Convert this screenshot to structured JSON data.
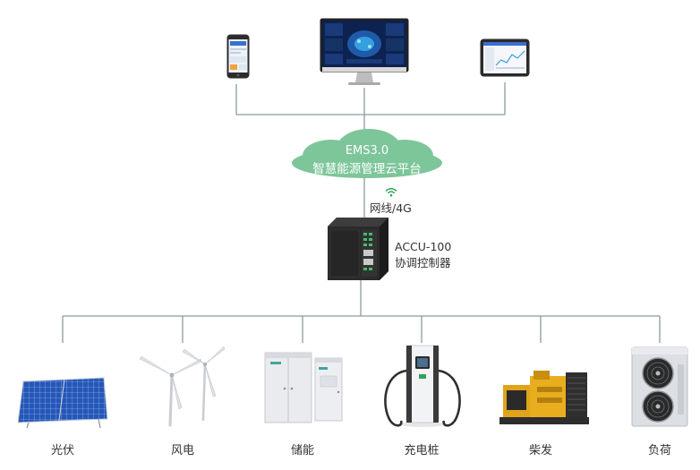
{
  "colors": {
    "line": "#8a9aa0",
    "cloud": "#7dc69a",
    "cloud_dark": "#5fb583",
    "wifi": "#2fa35e"
  },
  "platform": {
    "line1": "EMS3.0",
    "line2": "智慧能源管理云平台"
  },
  "link_label": "网线/4G",
  "controller": {
    "model": "ACCU-100",
    "name": "协调控制器"
  },
  "clients": [
    {
      "icon": "smartphone-icon"
    },
    {
      "icon": "monitor-icon"
    },
    {
      "icon": "tablet-icon"
    }
  ],
  "devices": [
    {
      "label": "光伏",
      "icon": "solar-panel-icon"
    },
    {
      "label": "风电",
      "icon": "wind-turbine-icon"
    },
    {
      "label": "储能",
      "icon": "energy-storage-cabinet-icon"
    },
    {
      "label": "充电桩",
      "icon": "charging-pile-icon"
    },
    {
      "label": "柴发",
      "icon": "diesel-generator-icon"
    },
    {
      "label": "负荷",
      "icon": "load-unit-icon"
    }
  ]
}
